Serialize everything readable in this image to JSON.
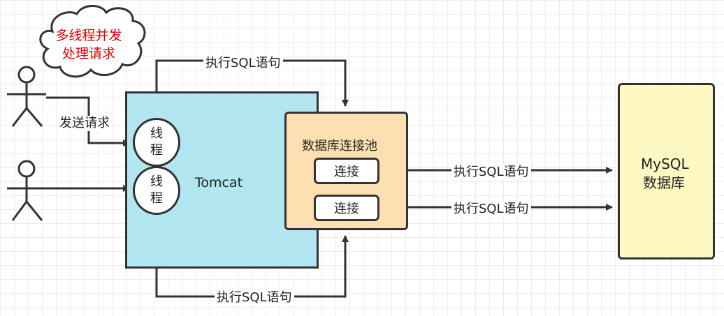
{
  "cloud": {
    "line1": "多线程并发",
    "line2": "处理请求"
  },
  "actors": {
    "send_request_label": "发送请求"
  },
  "tomcat": {
    "label": "Tomcat"
  },
  "threads": [
    {
      "label": "线程"
    },
    {
      "label": "线程"
    }
  ],
  "pool": {
    "title": "数据库连接池",
    "connections": [
      {
        "label": "连接"
      },
      {
        "label": "连接"
      }
    ]
  },
  "mysql": {
    "line1": "MySQL",
    "line2": "数据库"
  },
  "edges": {
    "top_label": "执行SQL语句",
    "bottom_label": "执行SQL语句",
    "conn1_label": "执行SQL语句",
    "conn2_label": "执行SQL语句"
  },
  "colors": {
    "tomcat_fill": "#b2e6f0",
    "pool_fill": "#fde0b2",
    "mysql_fill": "#fef8c2",
    "cloud_text": "#e00000",
    "line": "#333333"
  }
}
